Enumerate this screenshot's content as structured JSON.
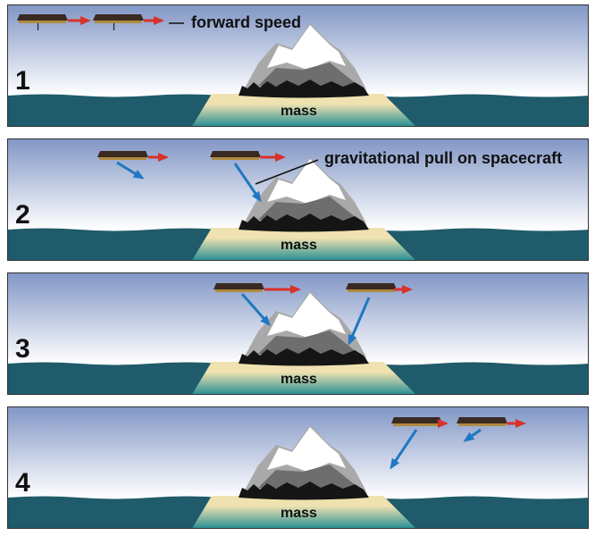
{
  "panels": [
    {
      "number": "1",
      "mass_label": "mass",
      "caption": "forward speed"
    },
    {
      "number": "2",
      "mass_label": "mass",
      "caption": "gravitational pull on spacecraft"
    },
    {
      "number": "3",
      "mass_label": "mass"
    },
    {
      "number": "4",
      "mass_label": "mass"
    }
  ],
  "colors": {
    "sky_top": "#8297c6",
    "sky_bottom": "#ffffff",
    "water": "#1f5b6b",
    "sand": "#efe2b0",
    "forward_arrow": "#d8322a",
    "gravity_arrow": "#1f78c1",
    "spacecraft": "#3a2a22"
  }
}
